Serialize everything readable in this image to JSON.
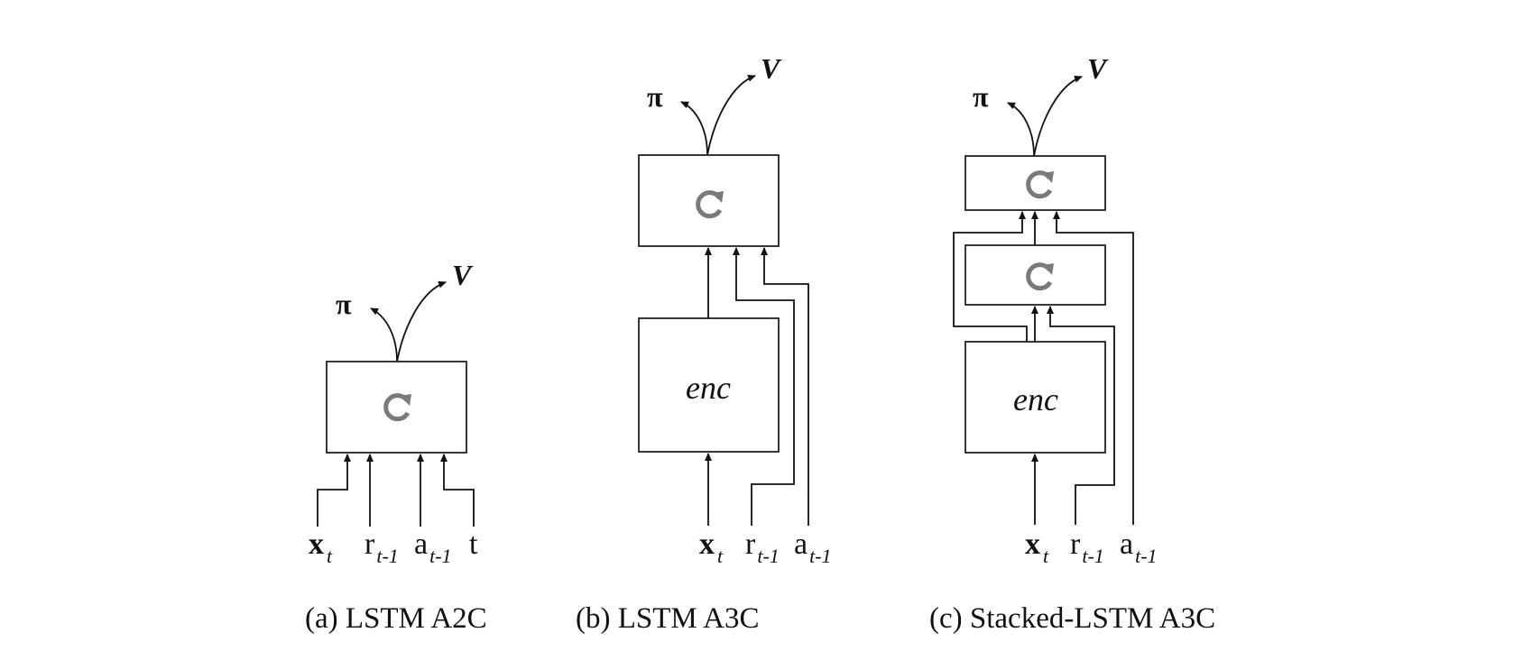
{
  "figure": {
    "panels": [
      {
        "id": "a",
        "caption": "(a) LSTM A2C",
        "outputs": {
          "policy": "π",
          "value": "V"
        },
        "lstm_layers": 1,
        "has_encoder": false,
        "inputs": [
          {
            "main": "x",
            "sub": "t",
            "bold": true
          },
          {
            "main": "r",
            "sub": "t-1",
            "bold": false
          },
          {
            "main": "a",
            "sub": "t-1",
            "bold": false
          },
          {
            "main": "t",
            "sub": "",
            "bold": false
          }
        ]
      },
      {
        "id": "b",
        "caption": "(b) LSTM A3C",
        "outputs": {
          "policy": "π",
          "value": "V"
        },
        "lstm_layers": 1,
        "has_encoder": true,
        "encoder_label": "enc",
        "inputs": [
          {
            "main": "x",
            "sub": "t",
            "bold": true
          },
          {
            "main": "r",
            "sub": "t-1",
            "bold": false
          },
          {
            "main": "a",
            "sub": "t-1",
            "bold": false
          }
        ]
      },
      {
        "id": "c",
        "caption": "(c) Stacked-LSTM A3C",
        "outputs": {
          "policy": "π",
          "value": "V"
        },
        "lstm_layers": 2,
        "has_encoder": true,
        "encoder_label": "enc",
        "inputs": [
          {
            "main": "x",
            "sub": "t",
            "bold": true
          },
          {
            "main": "r",
            "sub": "t-1",
            "bold": false
          },
          {
            "main": "a",
            "sub": "t-1",
            "bold": false
          }
        ]
      }
    ],
    "icons": {
      "recurrent": "refresh-icon"
    },
    "colors": {
      "stroke": "#111111",
      "icon": "#7a7a7a",
      "background": "#ffffff"
    }
  }
}
